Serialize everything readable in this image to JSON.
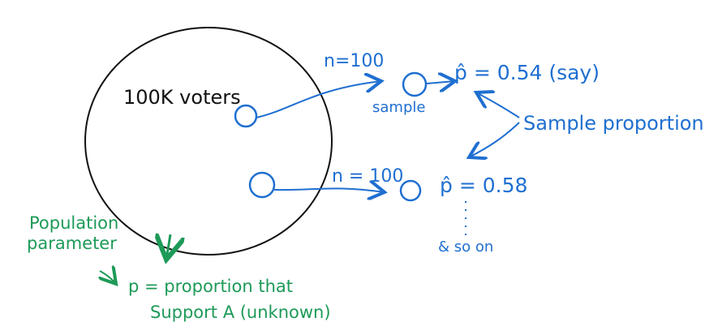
{
  "colors": {
    "ink": "#111111",
    "blue": "#1f6fd1",
    "green": "#1d9a58",
    "background": "#ffffff"
  },
  "population": {
    "label": "100K voters"
  },
  "samples": [
    {
      "n_label": "n=100",
      "sample_label": "sample",
      "estimate_label": "p̂ = 0.54 (say)"
    },
    {
      "n_label": "n = 100",
      "estimate_label": "p̂ = 0.58",
      "continuation": "& so on"
    }
  ],
  "sample_proportion_label": "Sample proportion",
  "parameter": {
    "title_line1": "Population",
    "title_line2": "parameter",
    "definition_line1": "p = proportion that",
    "definition_line2": "Support A (unknown)"
  }
}
